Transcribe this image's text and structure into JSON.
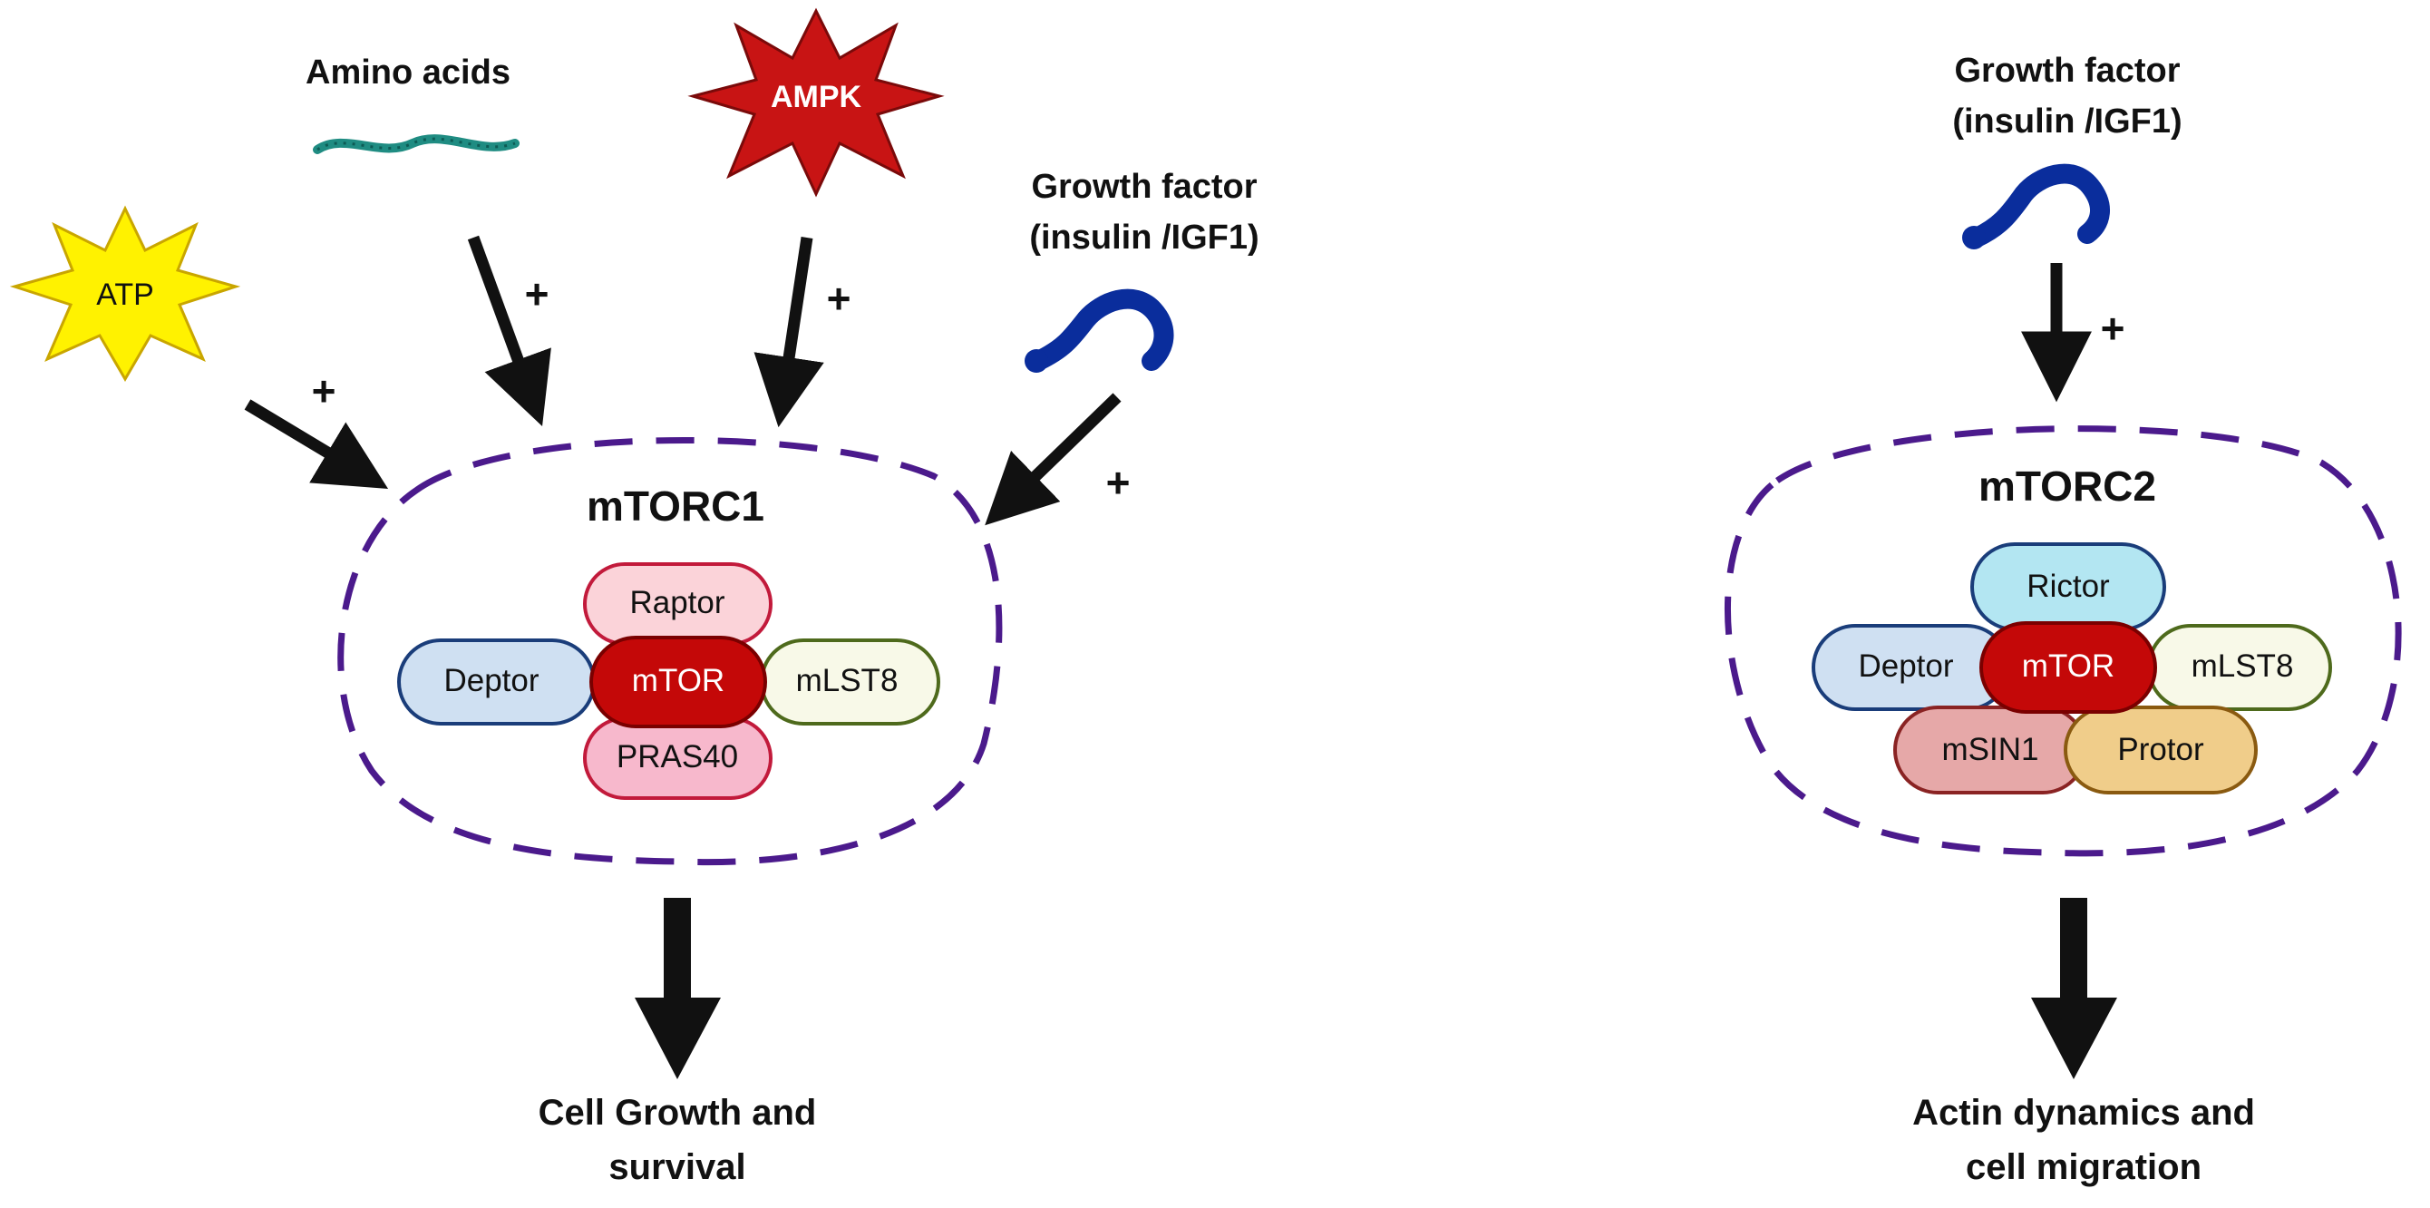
{
  "left_panel": {
    "inputs": {
      "amino_acids": "Amino acids",
      "ampk": "AMPK",
      "atp": "ATP",
      "growth_factor_line1": "Growth factor",
      "growth_factor_line2": "(insulin /IGF1)"
    },
    "signs": {
      "atp": "+",
      "amino_acids": "+",
      "ampk": "+",
      "growth_factor": "+"
    },
    "complex": {
      "title": "mTORC1",
      "subunits": {
        "raptor": "Raptor",
        "deptor": "Deptor",
        "mtor": "mTOR",
        "mlst8": "mLST8",
        "pras40": "PRAS40"
      }
    },
    "output_line1": "Cell Growth and",
    "output_line2": "survival"
  },
  "right_panel": {
    "inputs": {
      "growth_factor_line1": "Growth factor",
      "growth_factor_line2": "(insulin /IGF1)"
    },
    "signs": {
      "growth_factor": "+"
    },
    "complex": {
      "title": "mTORC2",
      "subunits": {
        "rictor": "Rictor",
        "deptor": "Deptor",
        "mtor": "mTOR",
        "mlst8": "mLST8",
        "msin1": "mSIN1",
        "protor": "Protor"
      }
    },
    "output_line1": "Actin dynamics and",
    "output_line2": "cell migration"
  },
  "colors": {
    "complex_border": "#4b1a8c",
    "mtor_fill": "#c40808",
    "raptor_fill": "#fbd3d9",
    "pras40_fill": "#f7b8cc",
    "deptor_fill": "#cfe0f2",
    "mlst8_fill": "#f8f9e8",
    "rictor_fill": "#b3e6f2",
    "msin1_fill": "#e6a8a8",
    "protor_fill": "#f0cd8a",
    "ampk_fill": "#c81414",
    "atp_fill": "#fff200",
    "ligand_color": "#0a2d9c",
    "amino_acid_color": "#1f8c82"
  }
}
